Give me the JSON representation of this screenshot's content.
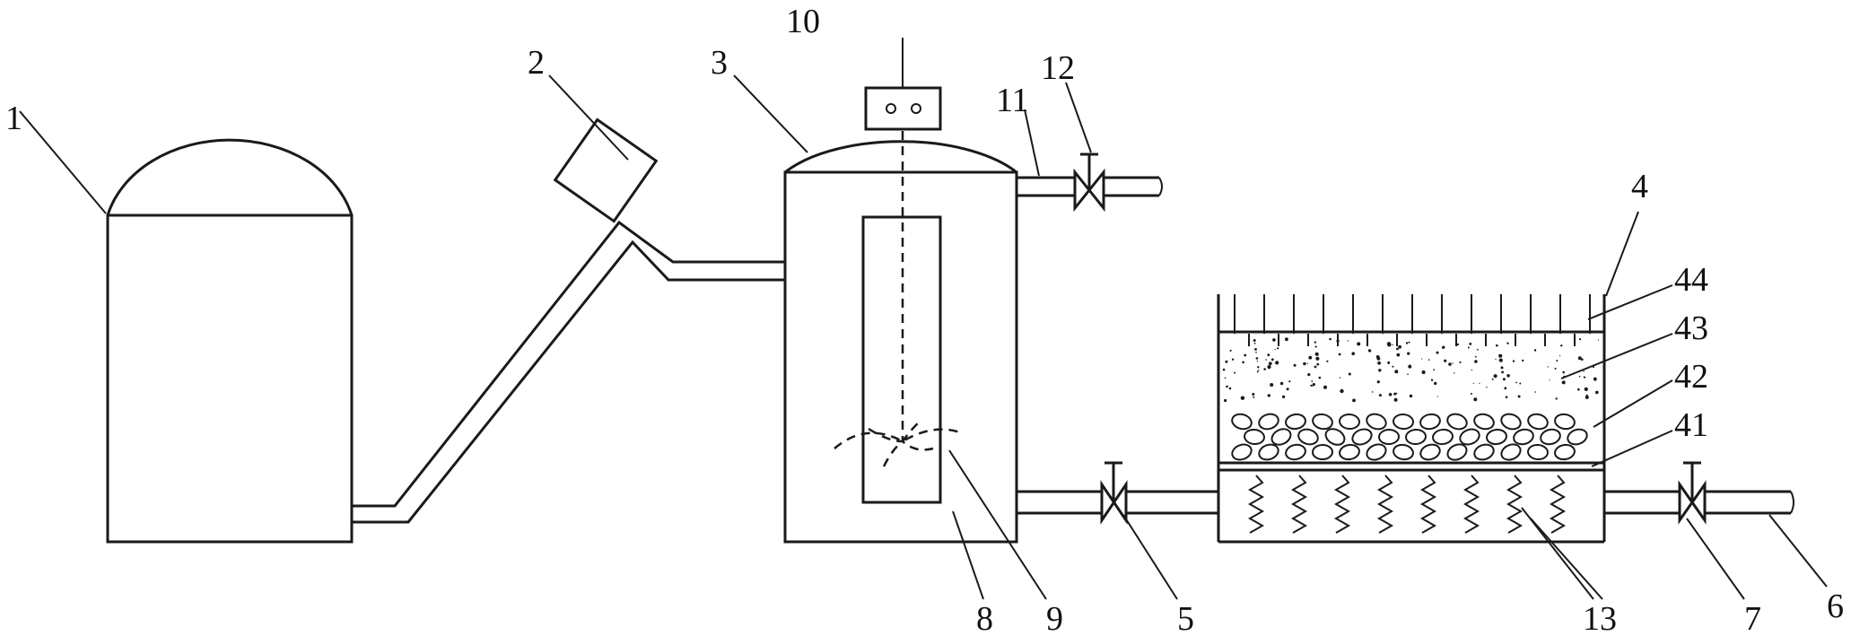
{
  "labels": {
    "l1": "1",
    "l2": "2",
    "l3": "3",
    "l4": "4",
    "l5": "5",
    "l6": "6",
    "l7": "7",
    "l8": "8",
    "l9": "9",
    "l10": "10",
    "l11": "11",
    "l12": "12",
    "l13": "13",
    "l41": "41",
    "l42": "42",
    "l43": "43",
    "l44": "44"
  },
  "colors": {
    "line": "#1a1a1a",
    "background": "#ffffff"
  }
}
